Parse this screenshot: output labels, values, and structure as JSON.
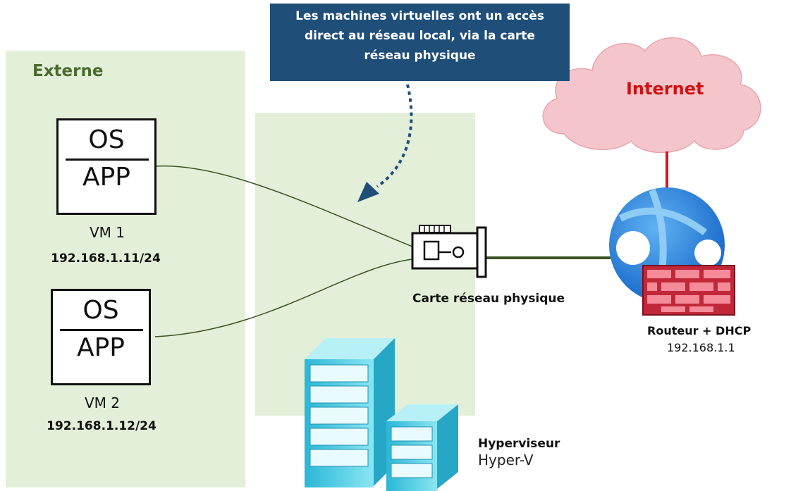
{
  "callout": {
    "line1": "Les machines virtuelles ont un accès",
    "line2": "direct au réseau local, via la carte",
    "line3": "réseau physique"
  },
  "zone_externe": {
    "label": "Externe"
  },
  "vm1": {
    "os": "OS",
    "app": "APP",
    "name": "VM 1",
    "ip": "192.168.1.11/24"
  },
  "vm2": {
    "os": "OS",
    "app": "APP",
    "name": "VM 2",
    "ip": "192.168.1.12/24"
  },
  "nic": {
    "label": "Carte réseau physique"
  },
  "internet": {
    "label": "Internet"
  },
  "router": {
    "label": "Routeur + DHCP",
    "ip": "192.168.1.1"
  },
  "hypervisor": {
    "label": "Hyperviseur",
    "name": "Hyper-V"
  },
  "colors": {
    "zone_bg": "#e3efd9",
    "callout_bg": "#1f4e79",
    "internet_text": "#d11010",
    "cloud_fill": "#f4c6cc",
    "link_green": "#3b5323",
    "link_red": "#e3111b",
    "globe_blue": "#1f7fd6",
    "firewall_red": "#c0283a",
    "server_cyan": "#4fd0e6"
  }
}
